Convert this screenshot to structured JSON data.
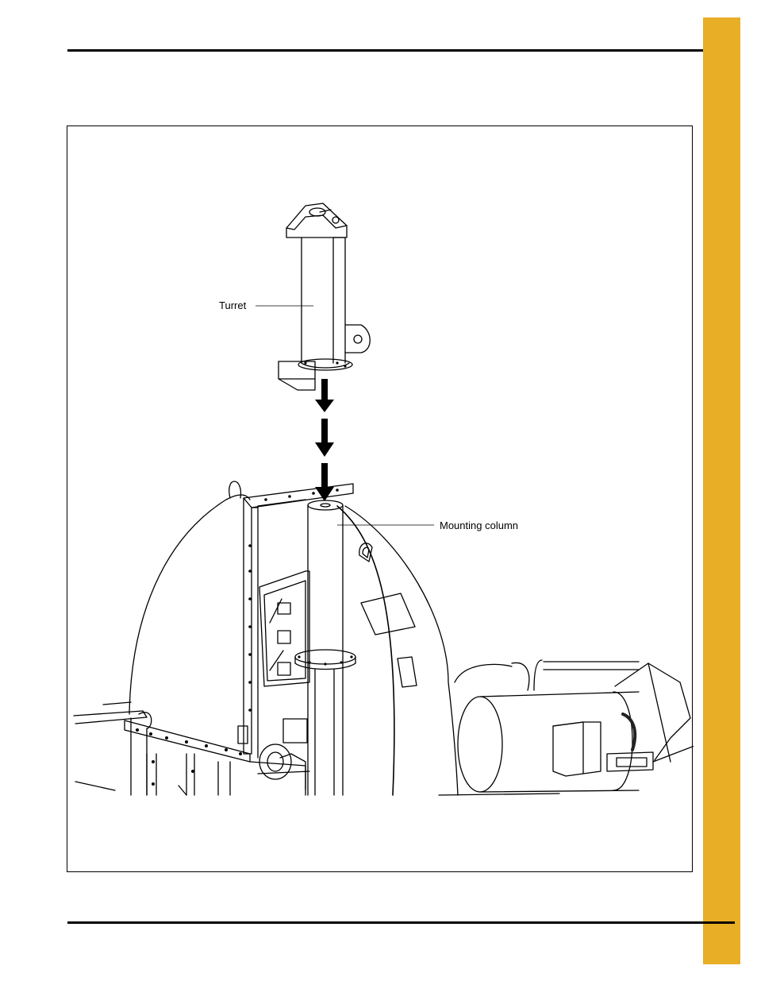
{
  "page": {
    "accent_color": "#E8AE25",
    "rule_color": "#000000"
  },
  "figure": {
    "callouts": {
      "turret": "Turret",
      "mounting_column": "Mounting column"
    },
    "arrows": [
      "down-arrow",
      "down-arrow",
      "down-arrow"
    ]
  }
}
